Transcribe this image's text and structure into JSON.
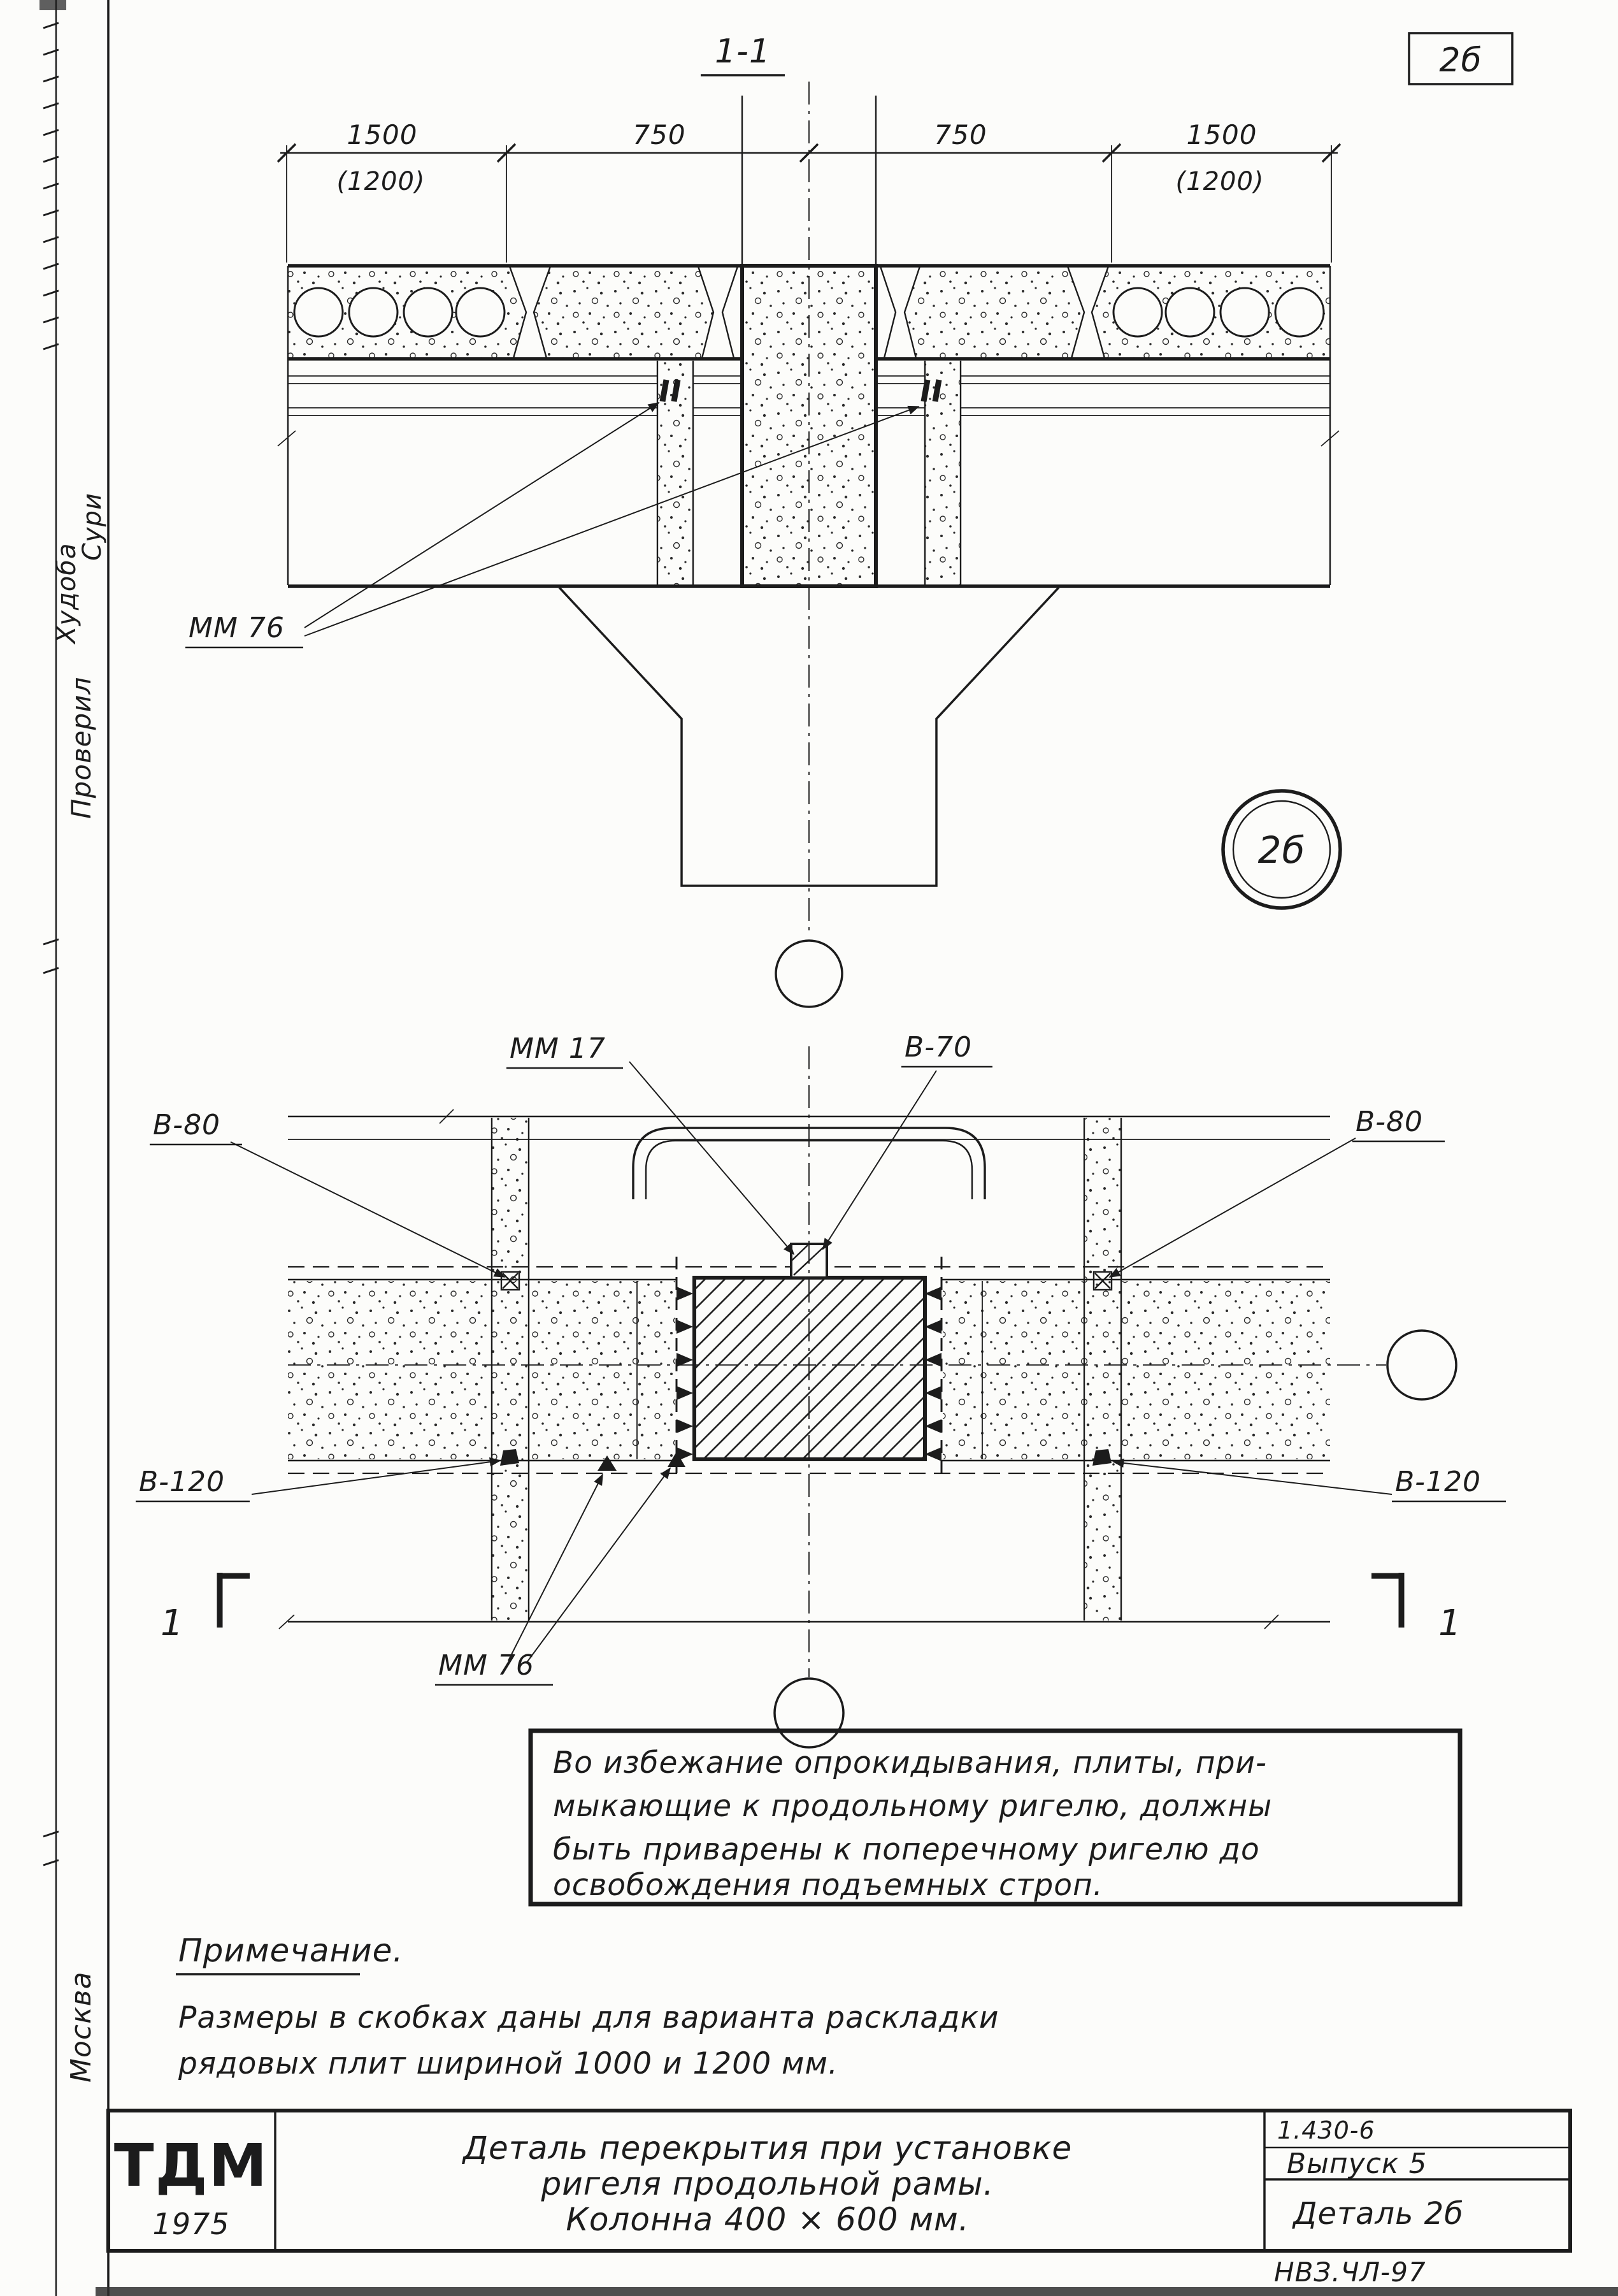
{
  "colors": {
    "ink": "#1c1c1c",
    "paper": "#fcfcfa"
  },
  "sheet": {
    "corner_number": "2б",
    "ref_bubble": "2б"
  },
  "section_view": {
    "title": "1-1",
    "dims": {
      "left_main": "1500",
      "left_alt": "(1200)",
      "mid_left": "750",
      "mid_right": "750",
      "right_main": "1500",
      "right_alt": "(1200)"
    },
    "weld_label": "ММ 76"
  },
  "plan_view": {
    "label_mm17": "ММ 17",
    "label_v70": "В-70",
    "label_v80_left": "В-80",
    "label_v80_right": "В-80",
    "label_v120_left": "В-120",
    "label_v120_right": "В-120",
    "label_mm76": "ММ 76",
    "cut_left": "1",
    "cut_right": "1"
  },
  "warning_box": {
    "line1": "Во избежание опрокидывания, плиты, при-",
    "line2": "мыкающие к продольному ригелю, должны",
    "line3": "быть приварены к поперечному ригелю до",
    "line4": "освобождения подъемных строп."
  },
  "notes": {
    "heading": "Примечание.",
    "line1": "Размеры в скобках даны для варианта раскладки",
    "line2": "рядовых плит шириной 1000 и 1200 мм."
  },
  "title_block": {
    "logo": "ТДМ",
    "year": "1975",
    "title_line1": "Деталь перекрытия при установке",
    "title_line2": "ригеля продольной рамы.",
    "title_line3": "Колонна 400 × 600 мм.",
    "series": "1.430-6",
    "issue": "Выпуск 5",
    "detail": "Деталь 2б",
    "footnote": "НВЗ.ЧЛ-97"
  },
  "margin": {
    "sig1": "Сури",
    "sig2": "Худоба",
    "checked": "Проверил",
    "city": "Москва"
  }
}
